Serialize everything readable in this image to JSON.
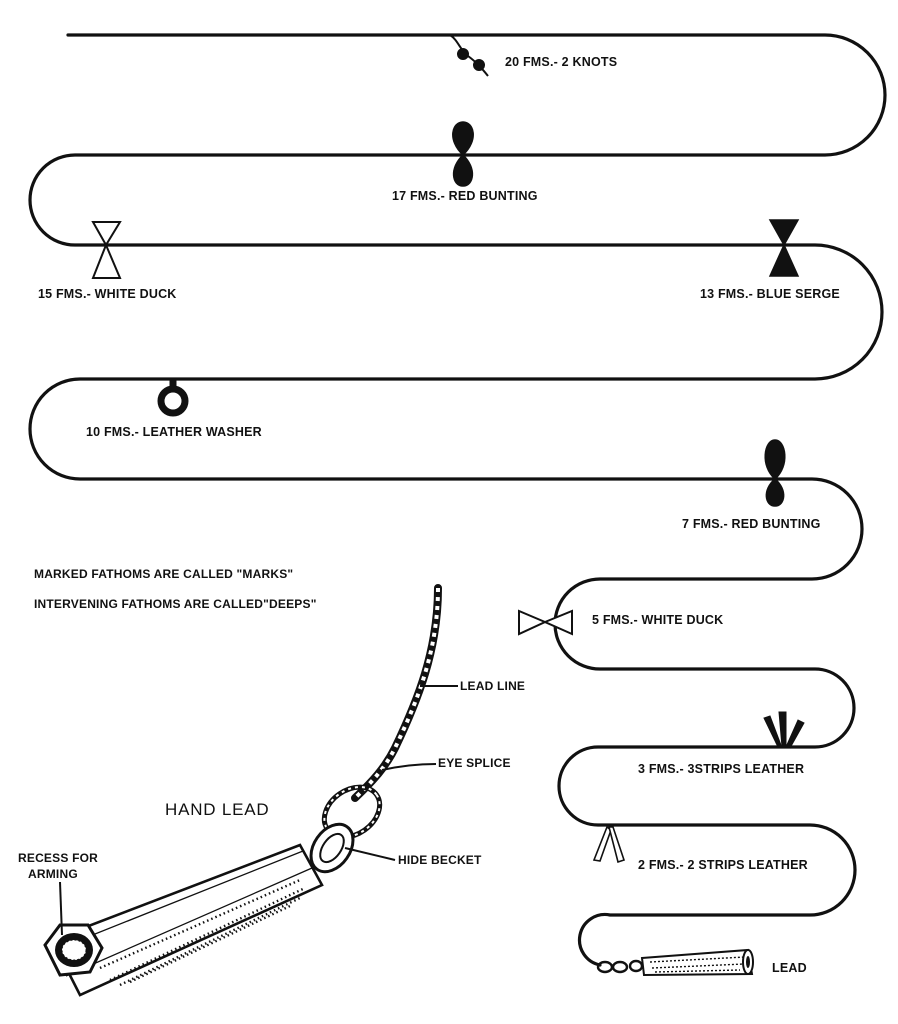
{
  "marks": {
    "m20": "20 FMS.- 2 KNOTS",
    "m17": "17 FMS.- RED BUNTING",
    "m15": "15 FMS.- WHITE DUCK",
    "m13": "13 FMS.- BLUE SERGE",
    "m10": "10 FMS.- LEATHER WASHER",
    "m7": "7 FMS.- RED BUNTING",
    "m5": "5 FMS.- WHITE DUCK",
    "m3": "3 FMS.- 3STRIPS LEATHER",
    "m2": "2 FMS.- 2 STRIPS LEATHER",
    "lead": "LEAD"
  },
  "notes": {
    "marks_note": "MARKED FATHOMS ARE CALLED \"MARKS\"",
    "deeps_note": "INTERVENING FATHOMS ARE CALLED\"DEEPS\""
  },
  "hand_lead": {
    "title": "HAND LEAD",
    "lead_line": "LEAD LINE",
    "eye_splice": "EYE SPLICE",
    "hide_becket": "HIDE BECKET",
    "recess_line1": "RECESS FOR",
    "recess_line2": "ARMING"
  }
}
